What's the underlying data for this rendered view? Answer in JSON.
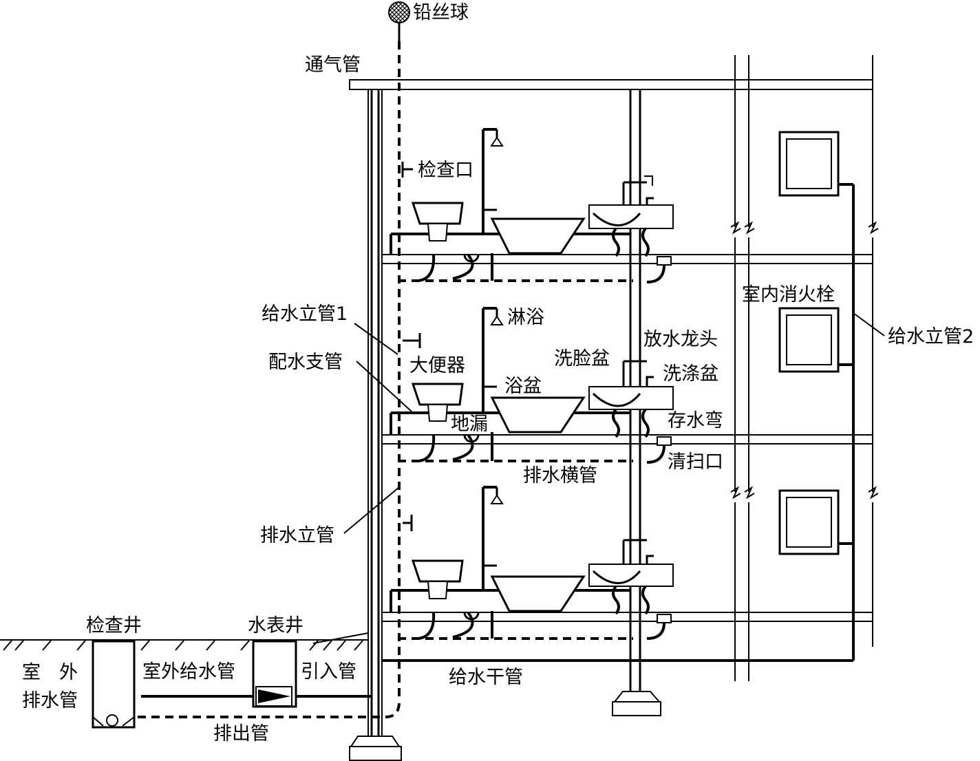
{
  "labels": {
    "lead_ball": "铅丝球",
    "vent_pipe": "通气管",
    "inspection_port": "检查口",
    "supply_riser_1": "给水立管1",
    "distribution_branch": "配水支管",
    "shower": "淋浴",
    "toilet": "大便器",
    "bathtub": "浴盆",
    "floor_drain": "地漏",
    "washbasin": "洗脸盆",
    "drain_faucet": "放水龙头",
    "sink": "洗涤盆",
    "trap": "存水弯",
    "cleanout": "清扫口",
    "drain_horizontal": "排水横管",
    "drain_riser": "排水立管",
    "indoor_hydrant": "室内消火栓",
    "supply_riser_2": "给水立管2",
    "inspection_well": "检查井",
    "meter_well": "水表井",
    "outdoor_drain_1": "室　外",
    "outdoor_drain_2": "排水管",
    "outdoor_supply": "室外给水管",
    "inlet_pipe": "引入管",
    "supply_main": "给水干管",
    "outlet_pipe": "排出管"
  }
}
